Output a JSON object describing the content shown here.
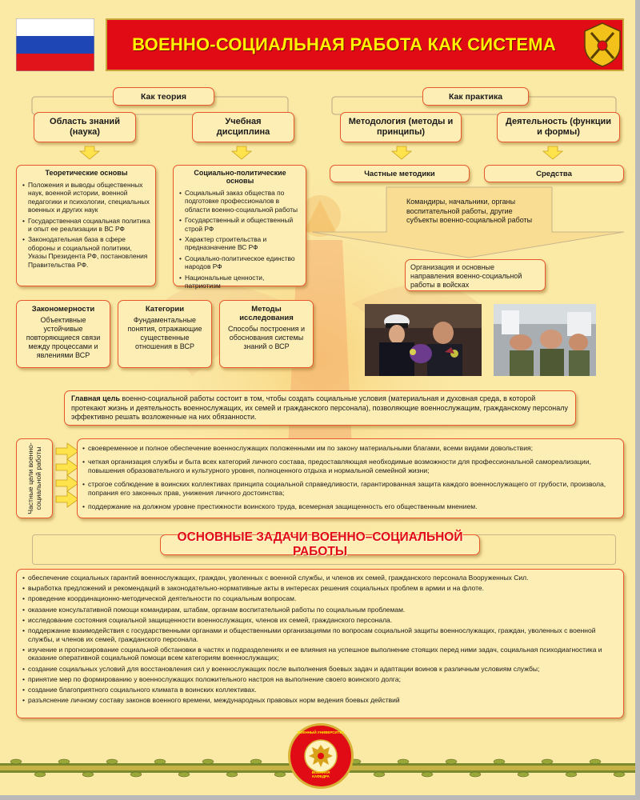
{
  "header": {
    "title": "ВОЕННО-СОЦИАЛЬНАЯ РАБОТА КАК СИСТЕМА"
  },
  "theory": {
    "label": "Как теория",
    "knowledge": "Область знаний (наука)",
    "discipline": "Учебная дисциплина",
    "basics": {
      "title": "Теоретические основы",
      "items": [
        "Положения и выводы общественных наук, военной истории, военной педагогики и психологии, специальных военных и других наук",
        "Государственная социальная политика и опыт ее реализации в ВС РФ",
        "Законодательная база в сфере обороны и социальной политики, Указы Президента РФ, постановления Правительства РФ."
      ]
    },
    "socpol": {
      "title": "Социально-политические основы",
      "items": [
        "Социальный заказ общества по подготовке профессионалов в области военно-социальной работы",
        "Государственный и общественный строй РФ",
        "Характер строительства и предназначение ВС РФ",
        "Социально-политическое единство народов РФ",
        "Национальные ценности, патриотизм"
      ]
    },
    "laws": {
      "title": "Закономерности",
      "text": "Объективные устойчивые повторяющиеся связи между процессами и явлениями ВСР"
    },
    "categories": {
      "title": "Категории",
      "text": "Фундаментальные понятия, отражающие существенные отношения в ВСР"
    },
    "methods": {
      "title": "Методы исследования",
      "text": "Способы построения и обоснования системы знаний о ВСР"
    }
  },
  "practice": {
    "label": "Как практика",
    "methodology": "Методология (методы и принципы)",
    "activity": "Деятельность (функции и формы)",
    "private_methods": "Частные методики",
    "means": "Средства",
    "subjects": "Командиры, начальники, органы воспитательной работы, другие субъекты военно-социальной работы",
    "organization": "Организация и основные направления военно-социальной работы в войсках"
  },
  "main_goal": {
    "lead": "Главная цель",
    "text": " военно-социальной работы состоит в том, чтобы создать социальные условия (материальная и духовная среда, в которой протекают жизнь и деятельность военнослужащих, их семей и гражданского персонала), позволяющие военнослужащим, гражданскому персоналу эффективно решать возложенные на них обязанности."
  },
  "partial_goals": {
    "label": "Частные цели военно-социальной работы",
    "items": [
      "своевременное и полное обеспечение военнослужащих положенными им по закону материальными благами, всеми видами довольствия;",
      "четкая организация службы и быта всех категорий личного состава, предоставляющая необходимые возможности для профессиональной самореализации, повышения образовательного и культурного уровня, полноценного отдыха и нормальной семейной жизни;",
      "строгое соблюдение в воинских коллективах принципа социальной справедливости, гарантированная защита каждого военнослужащего от грубости, произвола, попрания его законных прав, унижения личного достоинства;",
      "поддержание на должном уровне престижности воинского труда, всемерная защищенность его общественным мнением."
    ]
  },
  "tasks": {
    "title": "ОСНОВНЫЕ ЗАДАЧИ ВОЕННО–СОЦИАЛЬНОЙ РАБОТЫ",
    "items": [
      "обеспечение социальных гарантий военнослужащих, граждан, уволенных с военной службы, и членов их семей, гражданского персонала Вооруженных Сил.",
      "выработка предложений и рекомендаций в законодательно-нормативные акты в интересах решения социальных проблем в армии и на флоте.",
      "проведение координационно-методической деятельности по социальным вопросам.",
      "оказание консультативной помощи командирам, штабам, органам воспитательной работы по социальным проблемам.",
      "исследование состояния социальной защищенности военнослужащих, членов их семей, гражданского персонала.",
      "поддержание взаимодействия с государственными органами и общественными организациями по вопросам социальной защиты военнослужащих, граждан, уволенных с военной службы, и членов их семей, гражданского персонала.",
      "изучение и прогнозирование социальной обстановки в частях и подразделениях и ее влияния на успешное выполнение стоящих перед ними задач, социальная психодиагностика и оказание оперативной социальной помощи всем категориям военнослужащих;",
      "создание социальных условий для восстановления сил у военнослужащих после выполнения боевых задач и адаптации воинов к различным условиям службы;",
      "принятие мер по формированию у военнослужащих положительного настроя на выполнение своего воинского долга;",
      "создание благоприятного социального климата в воинских коллективах.",
      "разъяснение личному составу законов военного времени, международных правовых норм ведения боевых действий"
    ]
  },
  "emblem": {
    "top_text": "ВОЕННЫЙ УНИВЕРСИТЕТ",
    "bottom_text": "ВОЕННАЯ КАФЕДРА"
  },
  "colors": {
    "banner": "#e10b16",
    "title": "#fff200",
    "border": "#e8572b",
    "background": "#fbe9a6",
    "arrow": "#ffe34d"
  },
  "icons": [
    "russian-flag",
    "prosecutor-emblem",
    "military-emblem",
    "laurel-ribbon"
  ]
}
